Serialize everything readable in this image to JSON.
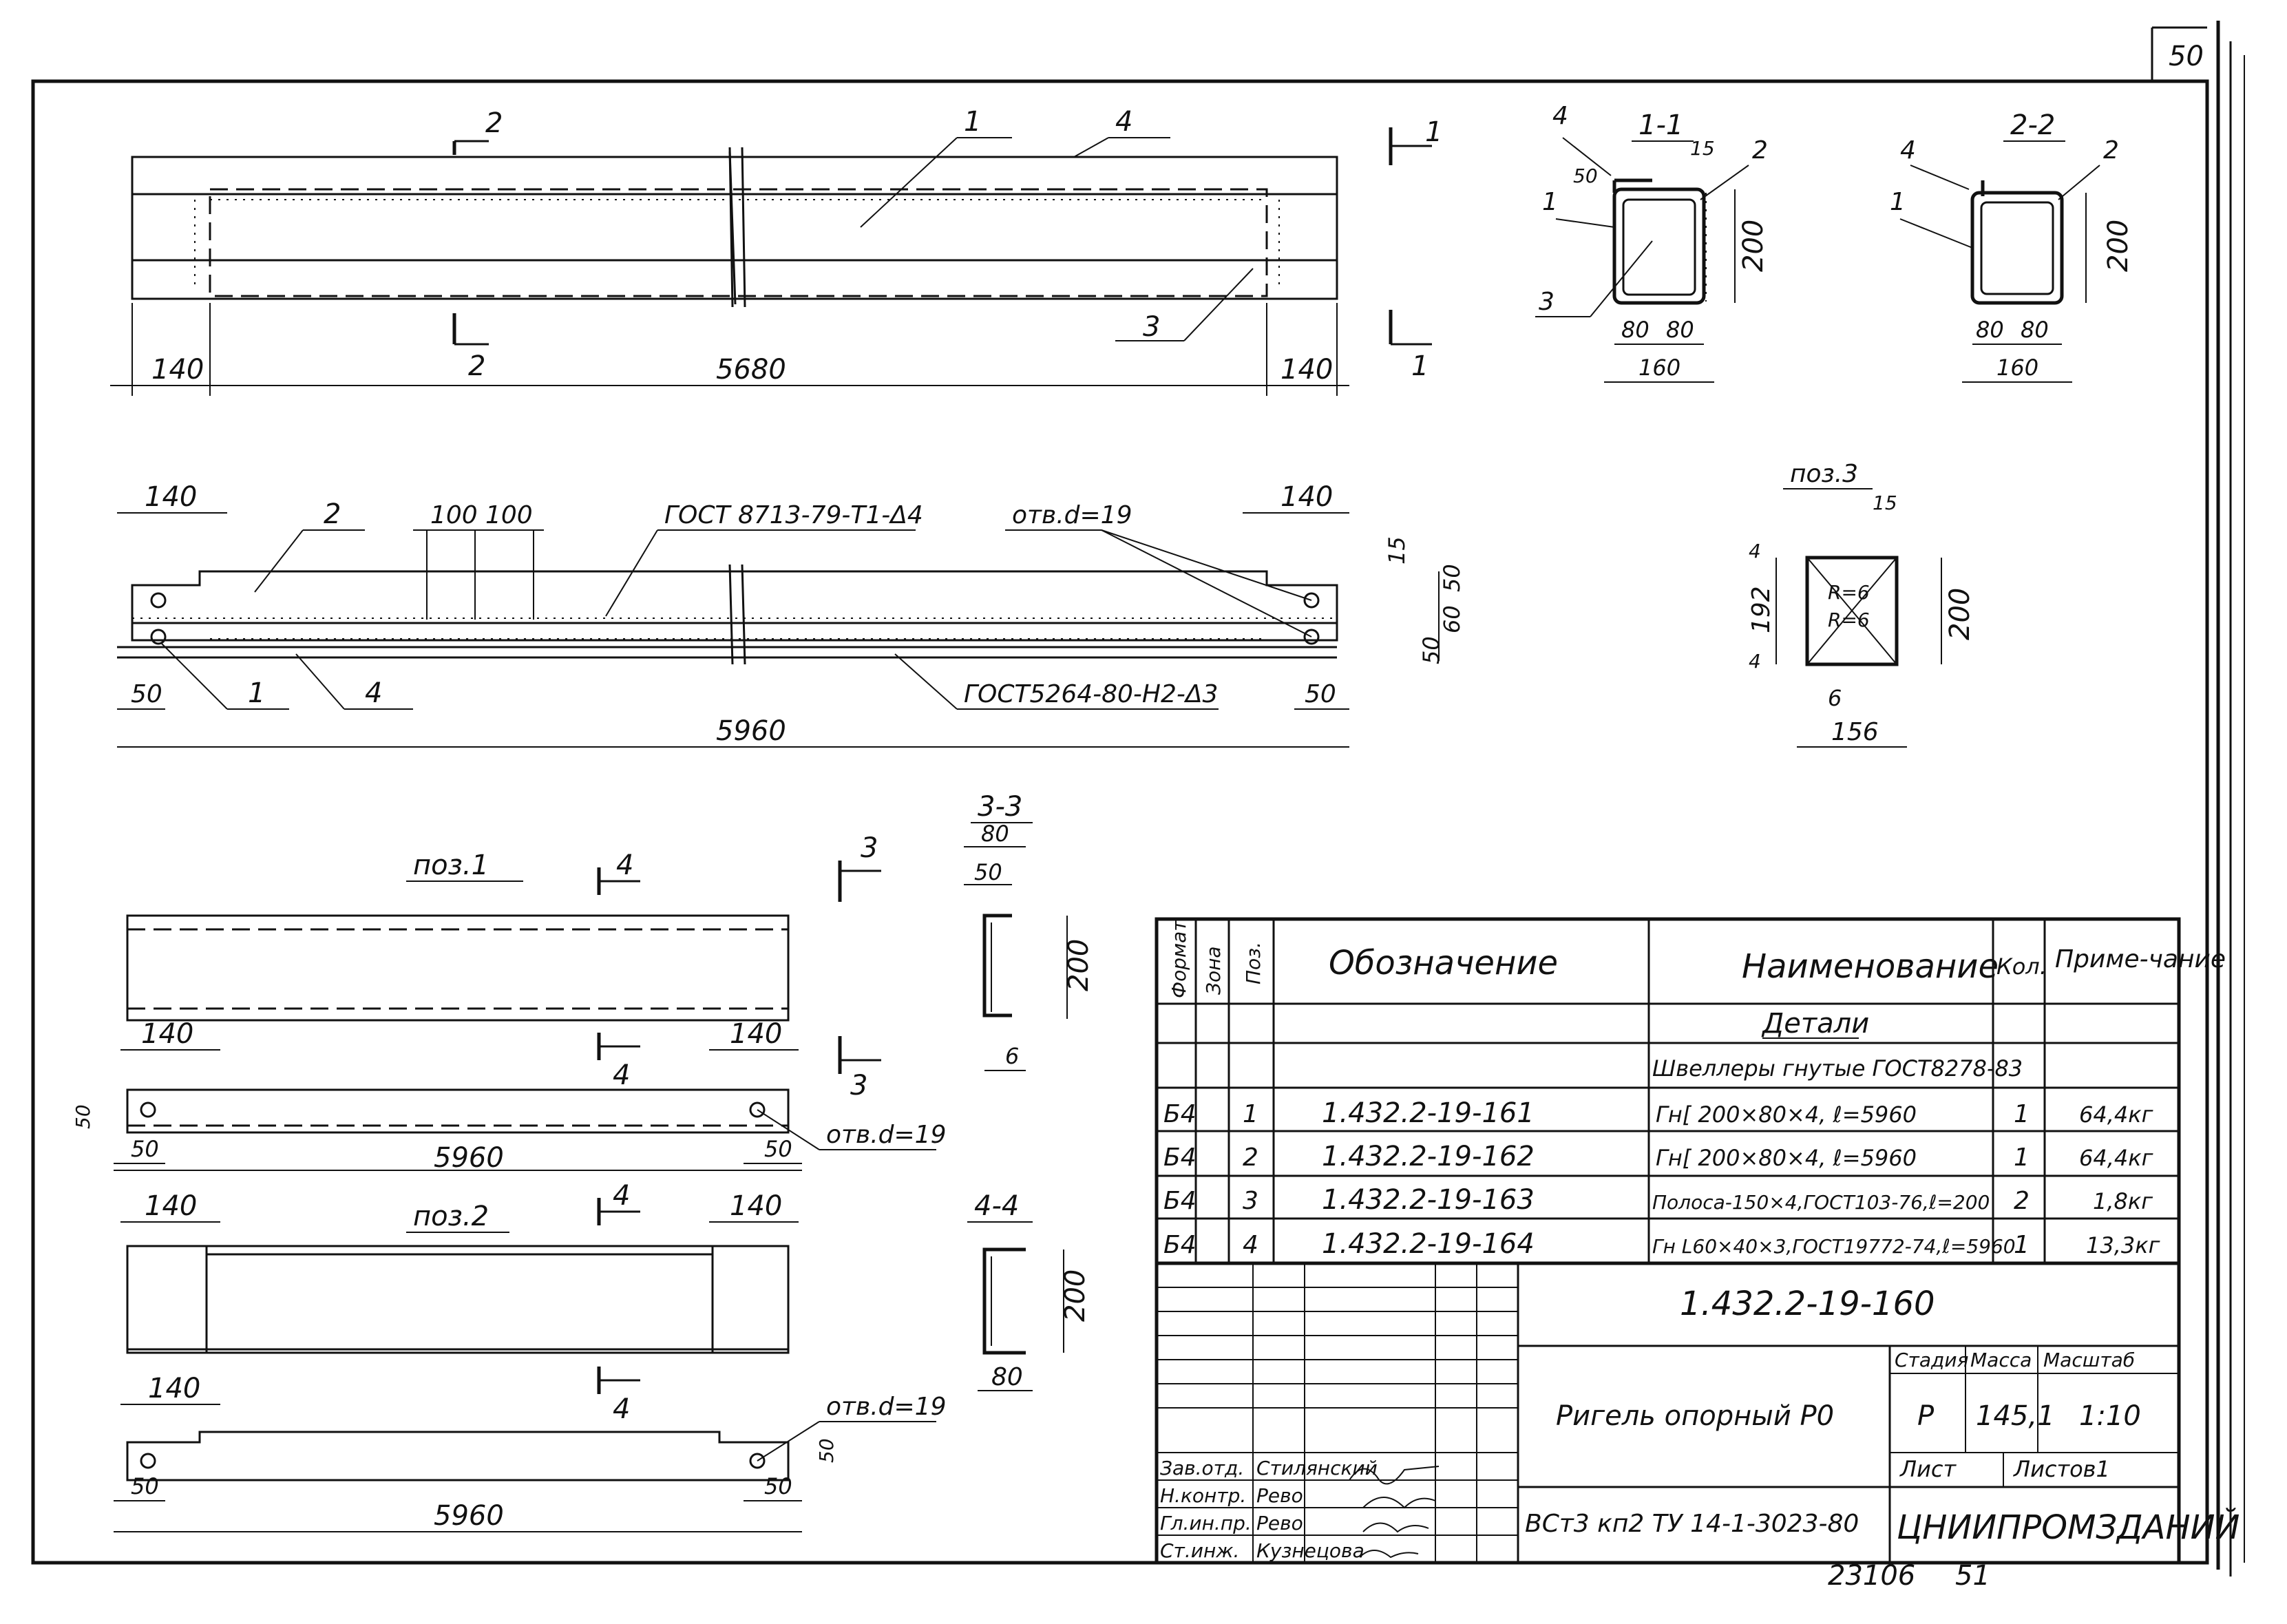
{
  "page_number": "50",
  "bottom_numbers": {
    "left": "23106",
    "right": "51"
  },
  "top_view": {
    "dims": {
      "left": "140",
      "middle": "5680",
      "right": "140"
    },
    "section_marks": {
      "s2_top": "2",
      "s2_bottom": "2",
      "s1_top": "1",
      "s1_bottom": "1"
    },
    "leaders": {
      "p1": "1",
      "p4": "4",
      "p3": "3"
    }
  },
  "section_1_1": {
    "title": "1-1",
    "leaders": {
      "p4": "4",
      "p2": "2",
      "p1": "1",
      "p3": "3"
    },
    "dims": {
      "d50": "50",
      "d15": "15",
      "h200": "200",
      "w80a": "80",
      "w80b": "80",
      "w160": "160"
    }
  },
  "section_2_2": {
    "title": "2-2",
    "leaders": {
      "p4": "4",
      "p2": "2",
      "p1": "1"
    },
    "dims": {
      "h200": "200",
      "w80a": "80",
      "w80b": "80",
      "w160": "160"
    }
  },
  "side_view": {
    "dims": {
      "left140": "140",
      "right140": "140",
      "d100a": "100",
      "d100b": "100",
      "d15": "15",
      "d50a": "50",
      "d50b": "50",
      "d60": "60",
      "left50": "50",
      "right50": "50",
      "total": "5960"
    },
    "weld_top": "ГОСТ 8713-79-Т1-Δ4",
    "weld_bottom": "ГОСТ5264-80-Н2-Δ3",
    "hole_note": "отв.d=19",
    "leaders": {
      "p2": "2",
      "p1": "1",
      "p4": "4"
    }
  },
  "poz3": {
    "title": "поз.3",
    "dims": {
      "d15": "15",
      "d4a": "4",
      "d192": "192",
      "d4b": "4",
      "d200": "200",
      "d6": "6",
      "d156": "156"
    },
    "radius1": "R=6",
    "radius2": "R=6"
  },
  "poz1": {
    "title": "поз.1",
    "dims": {
      "d140l": "140",
      "d140r": "140",
      "d50": "50",
      "d50l": "50",
      "d50r": "50",
      "total": "5960"
    },
    "hole_note": "отв.d=19",
    "section_mark_top": "4",
    "section_mark_bottom": "4"
  },
  "poz2": {
    "title": "поз.2",
    "dims": {
      "d140l": "140",
      "d140r": "140",
      "d140b": "140",
      "d50": "50",
      "d50l": "50",
      "d50r": "50",
      "total": "5960"
    },
    "hole_note": "отв.d=19",
    "section_mark_top": "4",
    "section_mark_bottom": "4"
  },
  "section_3_3": {
    "title": "3-3",
    "dims": {
      "d80": "80",
      "d50": "50",
      "d200": "200",
      "d6": "6"
    },
    "mark_top": "3",
    "mark_bottom": "3"
  },
  "section_4_4": {
    "title": "4-4",
    "dims": {
      "d200": "200",
      "d80": "80"
    }
  },
  "spec_table": {
    "headers": {
      "format": "Формат",
      "zone": "Зона",
      "pos": "Поз.",
      "designation": "Обозначение",
      "name": "Наименование",
      "qty": "Кол.",
      "note": "Приме-чание"
    },
    "section": "Детали",
    "group": "Швеллеры гнутые ГОСТ8278-83",
    "rows": [
      {
        "format": "Б4",
        "pos": "1",
        "designation": "1.432.2-19-161",
        "name": "Гн[ 200×80×4, ℓ=5960",
        "qty": "1",
        "note": "64,4кг"
      },
      {
        "format": "Б4",
        "pos": "2",
        "designation": "1.432.2-19-162",
        "name": "Гн[ 200×80×4, ℓ=5960",
        "qty": "1",
        "note": "64,4кг"
      },
      {
        "format": "Б4",
        "pos": "3",
        "designation": "1.432.2-19-163",
        "name": "Полоса-150×4,ГОСТ103-76,ℓ=200",
        "qty": "2",
        "note": "1,8кг"
      },
      {
        "format": "Б4",
        "pos": "4",
        "designation": "1.432.2-19-164",
        "name": "Гн L60×40×3,ГОСТ19772-74,ℓ=5960",
        "qty": "1",
        "note": "13,3кг"
      }
    ]
  },
  "title_block": {
    "code": "1.432.2-19-160",
    "title": "Ригель опорный Р0",
    "material": "ВСт3 кп2 ТУ 14-1-3023-80",
    "org": "ЦНИИПРОМЗДАНИЙ",
    "stage_label": "Стадия",
    "mass_label": "Масса",
    "scale_label": "Масштаб",
    "stage": "Р",
    "mass": "145,1",
    "scale": "1:10",
    "sheet_label": "Лист",
    "sheets_label": "Листов1",
    "roles": [
      {
        "role": "Зав.отд.",
        "name": "Стилянский"
      },
      {
        "role": "Н.контр.",
        "name": "Рево"
      },
      {
        "role": "Гл.ин.пр.",
        "name": "Рево"
      },
      {
        "role": "Ст.инж.",
        "name": "Кузнецова"
      }
    ]
  }
}
